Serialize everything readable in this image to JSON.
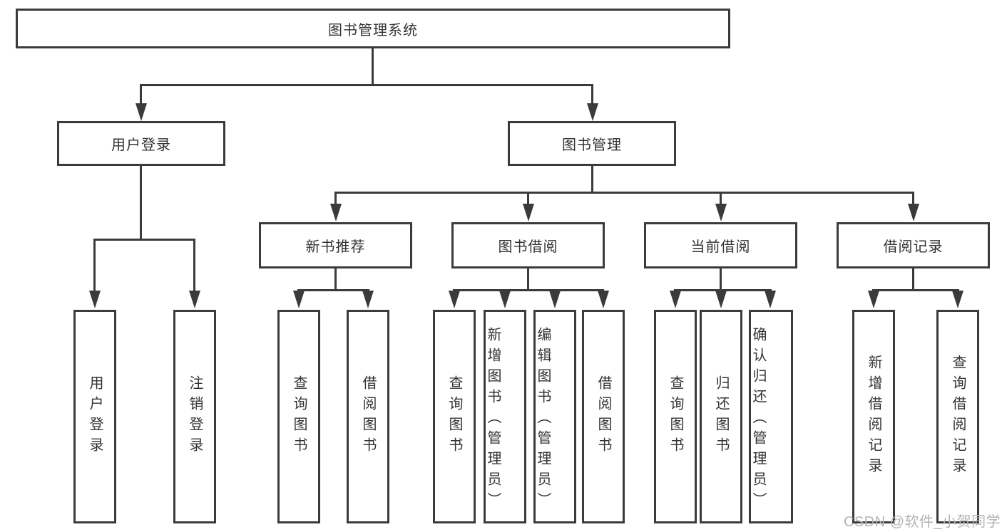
{
  "tree": {
    "root": {
      "label": "图书管理系统"
    },
    "level1": [
      {
        "label": "用户登录"
      },
      {
        "label": "图书管理"
      }
    ],
    "level2": [
      {
        "label": "新书推荐"
      },
      {
        "label": "图书借阅"
      },
      {
        "label": "当前借阅"
      },
      {
        "label": "借阅记录"
      }
    ],
    "leaves": {
      "user_login": [
        {
          "label": "用户登录"
        },
        {
          "label": "注销登录"
        }
      ],
      "new_books": [
        {
          "label": "查询图书"
        },
        {
          "label": "借阅图书"
        }
      ],
      "book_borrow": [
        {
          "label": "查询图书"
        },
        {
          "label": "新增图书（管理员）"
        },
        {
          "label": "编辑图书（管理员）"
        },
        {
          "label": "借阅图书"
        }
      ],
      "current_borrow": [
        {
          "label": "查询图书"
        },
        {
          "label": "归还图书"
        },
        {
          "label": "确认归还（管理员）"
        }
      ],
      "borrow_records": [
        {
          "label": "新增借阅记录"
        },
        {
          "label": "查询借阅记录"
        }
      ]
    }
  },
  "watermark": {
    "text": "CSDN @软件_小贺同学"
  },
  "colors": {
    "line": "#3b3b3b",
    "text": "#333333",
    "box_fill": "#ffffff",
    "watermark": "#b5b5b6",
    "background": "#ffffff"
  }
}
